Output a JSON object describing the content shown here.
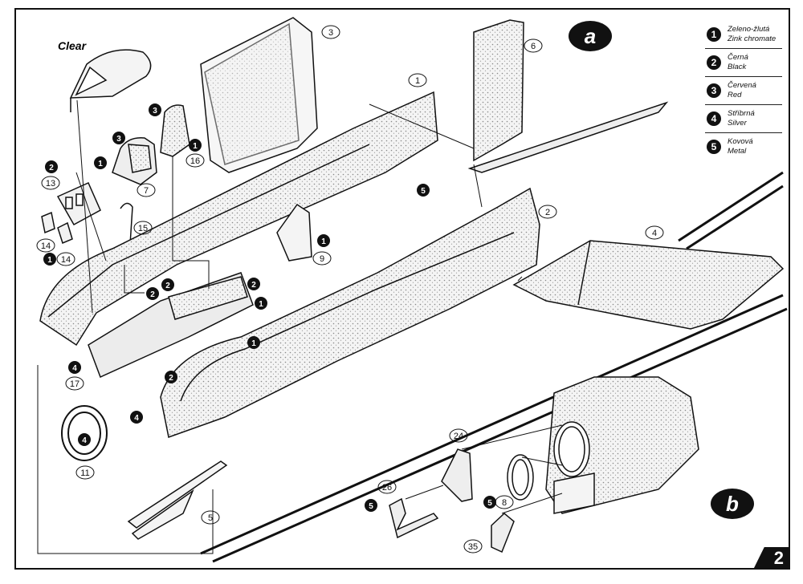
{
  "colors": {
    "ink": "#111111",
    "panel": "#f2f2f2",
    "stipple": "#bdbdbd"
  },
  "legend": [
    {
      "num": "1",
      "cz": "Zeleno-žlutá",
      "en": "Zink chromate"
    },
    {
      "num": "2",
      "cz": "Černá",
      "en": "Black"
    },
    {
      "num": "3",
      "cz": "Červená",
      "en": "Red"
    },
    {
      "num": "4",
      "cz": "Stříbrná",
      "en": "Silver"
    },
    {
      "num": "5",
      "cz": "Kovová",
      "en": "Metal"
    }
  ],
  "step_a": "a",
  "step_b": "b",
  "clear_label": "Clear",
  "page_number": "2",
  "parts": {
    "p1": "1",
    "p2": "2",
    "p3": "3",
    "p4": "4",
    "p5": "5",
    "p6": "6",
    "p7": "7",
    "p8": "8",
    "p9": "9",
    "p11": "11",
    "p13": "13",
    "p14a": "14",
    "p14b": "14",
    "p15": "15",
    "p16": "16",
    "p17": "17",
    "p24": "24",
    "p26": "26",
    "p35": "35"
  },
  "colour_callouts": {
    "c1": "2",
    "c2": "3",
    "c3": "3",
    "c4": "1",
    "c5": "1",
    "c6": "1",
    "c7": "5",
    "c8": "1",
    "c9": "2",
    "c10": "2",
    "c11": "2",
    "c12": "1",
    "c13": "2",
    "c14": "4",
    "c15": "4",
    "c16": "4",
    "c17": "5",
    "c18": "5",
    "c19": "1"
  }
}
